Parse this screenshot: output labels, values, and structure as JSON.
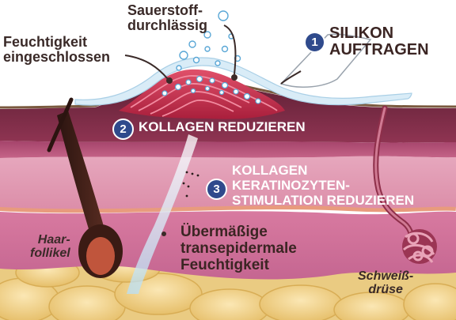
{
  "labels": {
    "sauerstoff_line1": "Sauerstoff-",
    "sauerstoff_line2": "durchlässig",
    "feuchtigkeit_line1": "Feuchtigkeit",
    "feuchtigkeit_line2": "eingeschlossen",
    "step1_number": "1",
    "step1_line1": "SILIKON",
    "step1_line2": "AUFTRAGEN",
    "step2_number": "2",
    "step2_text": "KOLLAGEN REDUZIEREN",
    "step3_number": "3",
    "step3_line1": "KOLLAGEN",
    "step3_line2": "KERATINOZYTEN-",
    "step3_line3": "STIMULATION REDUZIEREN",
    "haar_line1": "Haar-",
    "haar_line2": "follikel",
    "uebermaessig_line1": "Übermäßige",
    "uebermaessig_line2": "transepidermale",
    "uebermaessig_line3": "Feuchtigkeit",
    "schweiss_line1": "Schweiß-",
    "schweiss_line2": "drüse"
  },
  "colors": {
    "badge": "#2f4a8c",
    "epidermis": "#7a2940",
    "dermis_upper": "#b34f6e",
    "dermis_pink": "#e3a1b6",
    "fat": "#f1d38c",
    "scar": "#c62d4a",
    "silicone": "#d9ecf7"
  }
}
